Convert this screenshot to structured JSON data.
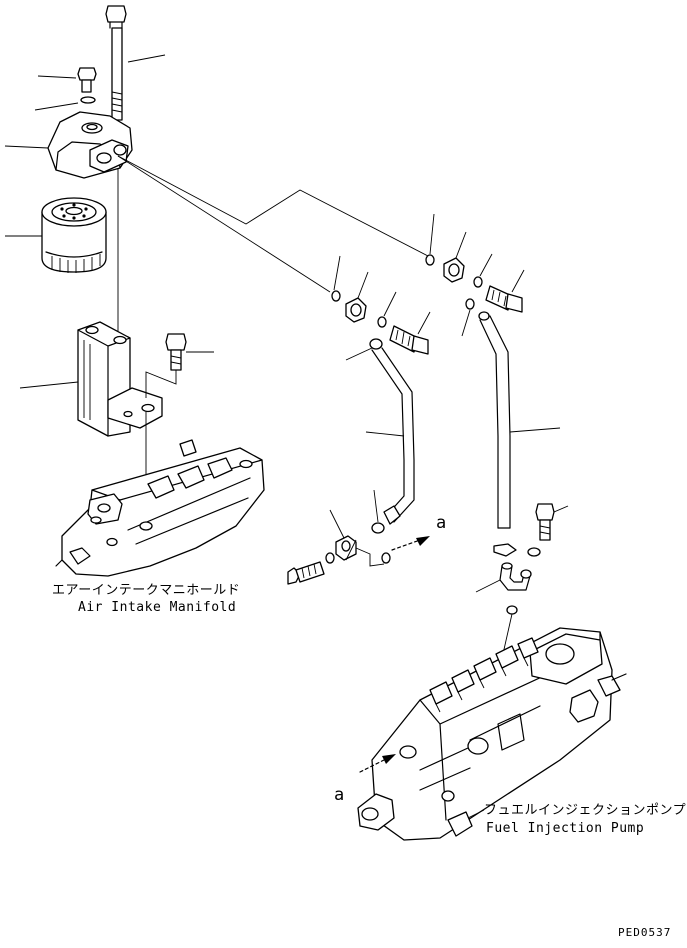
{
  "labels": {
    "manifold_jp": "エアーインテークマニホールド",
    "manifold_en": "Air Intake Manifold",
    "pump_jp": "フュエルインジェクションポンプ",
    "pump_en": "Fuel Injection Pump",
    "marker_a_upper": "a",
    "marker_a_lower": "a",
    "drawing_code": "PED0537"
  }
}
